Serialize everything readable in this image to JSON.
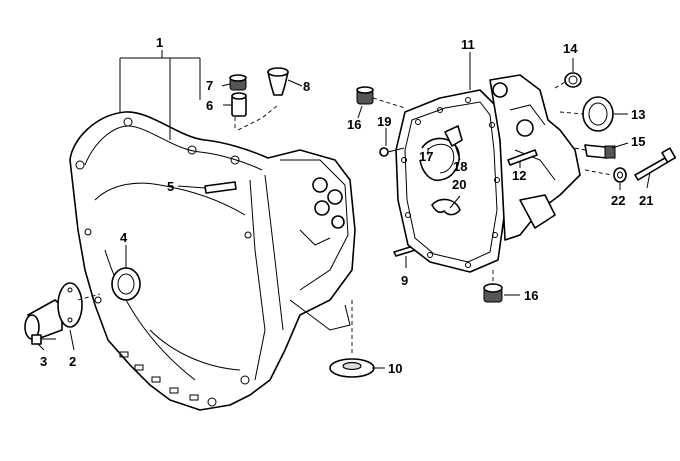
{
  "callouts": {
    "c1": "1",
    "c2": "2",
    "c3": "3",
    "c4": "4",
    "c5": "5",
    "c6": "6",
    "c7": "7",
    "c8": "8",
    "c9": "9",
    "c10": "10",
    "c11": "11",
    "c12": "12",
    "c13": "13",
    "c14": "14",
    "c15": "15",
    "c16a": "16",
    "c16b": "16",
    "c17": "17",
    "c18": "18",
    "c19": "19",
    "c20": "20",
    "c21": "21",
    "c22": "22"
  },
  "watermark": "",
  "colors": {
    "line": "#000000",
    "background": "#ffffff",
    "shade": "#dcdcdc"
  }
}
